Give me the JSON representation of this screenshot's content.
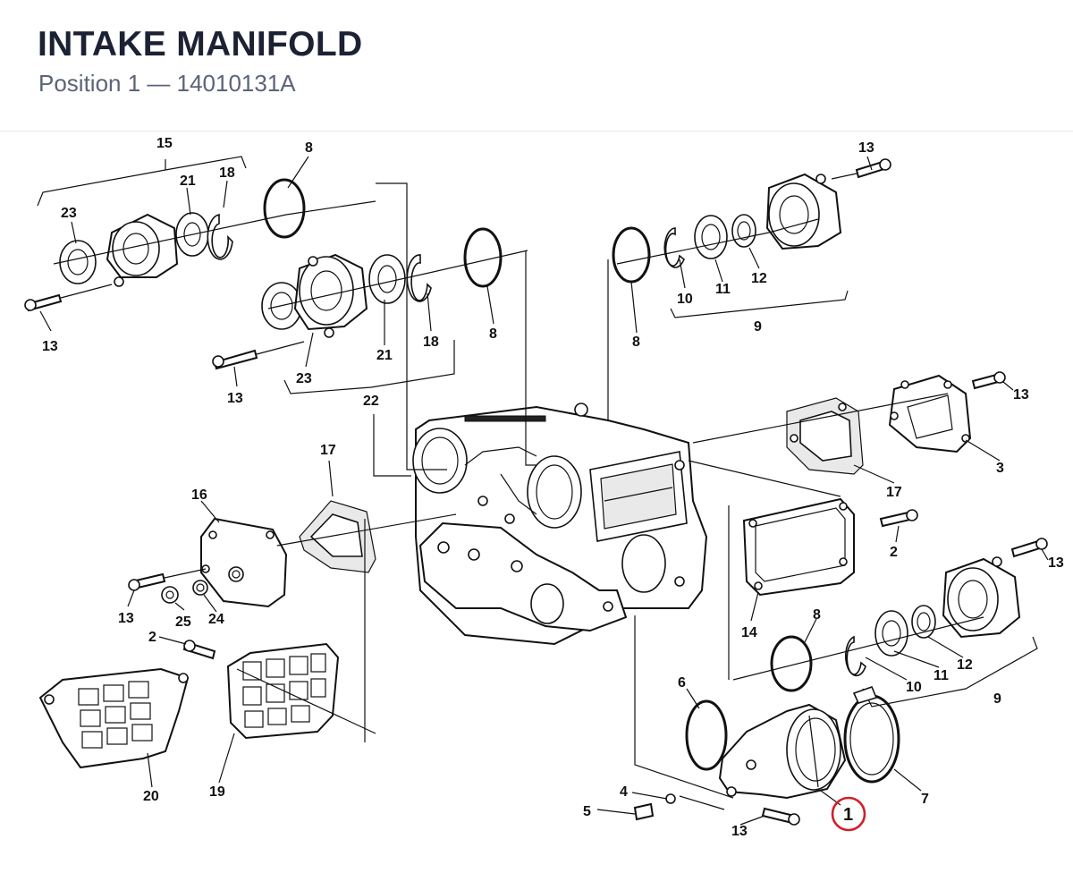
{
  "header": {
    "title": "INTAKE MANIFOLD",
    "subtitle": "Position 1 — 14010131A"
  },
  "diagram": {
    "highlight_color": "#d0202a",
    "highlighted_callout": "1",
    "callouts": {
      "c15": "15",
      "c8a": "8",
      "c13a": "13",
      "c21a": "21",
      "c18a": "18",
      "c23a": "23",
      "c13b": "13",
      "c23b": "23",
      "c21b": "21",
      "c18b": "18",
      "c8b": "8",
      "c22": "22",
      "c13c": "13",
      "c8c": "8",
      "c10a": "10",
      "c11a": "11",
      "c12a": "12",
      "c9a": "9",
      "c13d": "13",
      "c3": "3",
      "c17a": "17",
      "c17b": "17",
      "c16": "16",
      "c13e": "13",
      "c25": "25",
      "c24": "24",
      "c2a": "2",
      "c2b": "2",
      "c14": "14",
      "c13f": "13",
      "c8d": "8",
      "c10b": "10",
      "c11b": "11",
      "c12b": "12",
      "c9b": "9",
      "c6": "6",
      "c7": "7",
      "c20": "20",
      "c19": "19",
      "c4": "4",
      "c5": "5",
      "c13g": "13",
      "c1": "1"
    }
  }
}
